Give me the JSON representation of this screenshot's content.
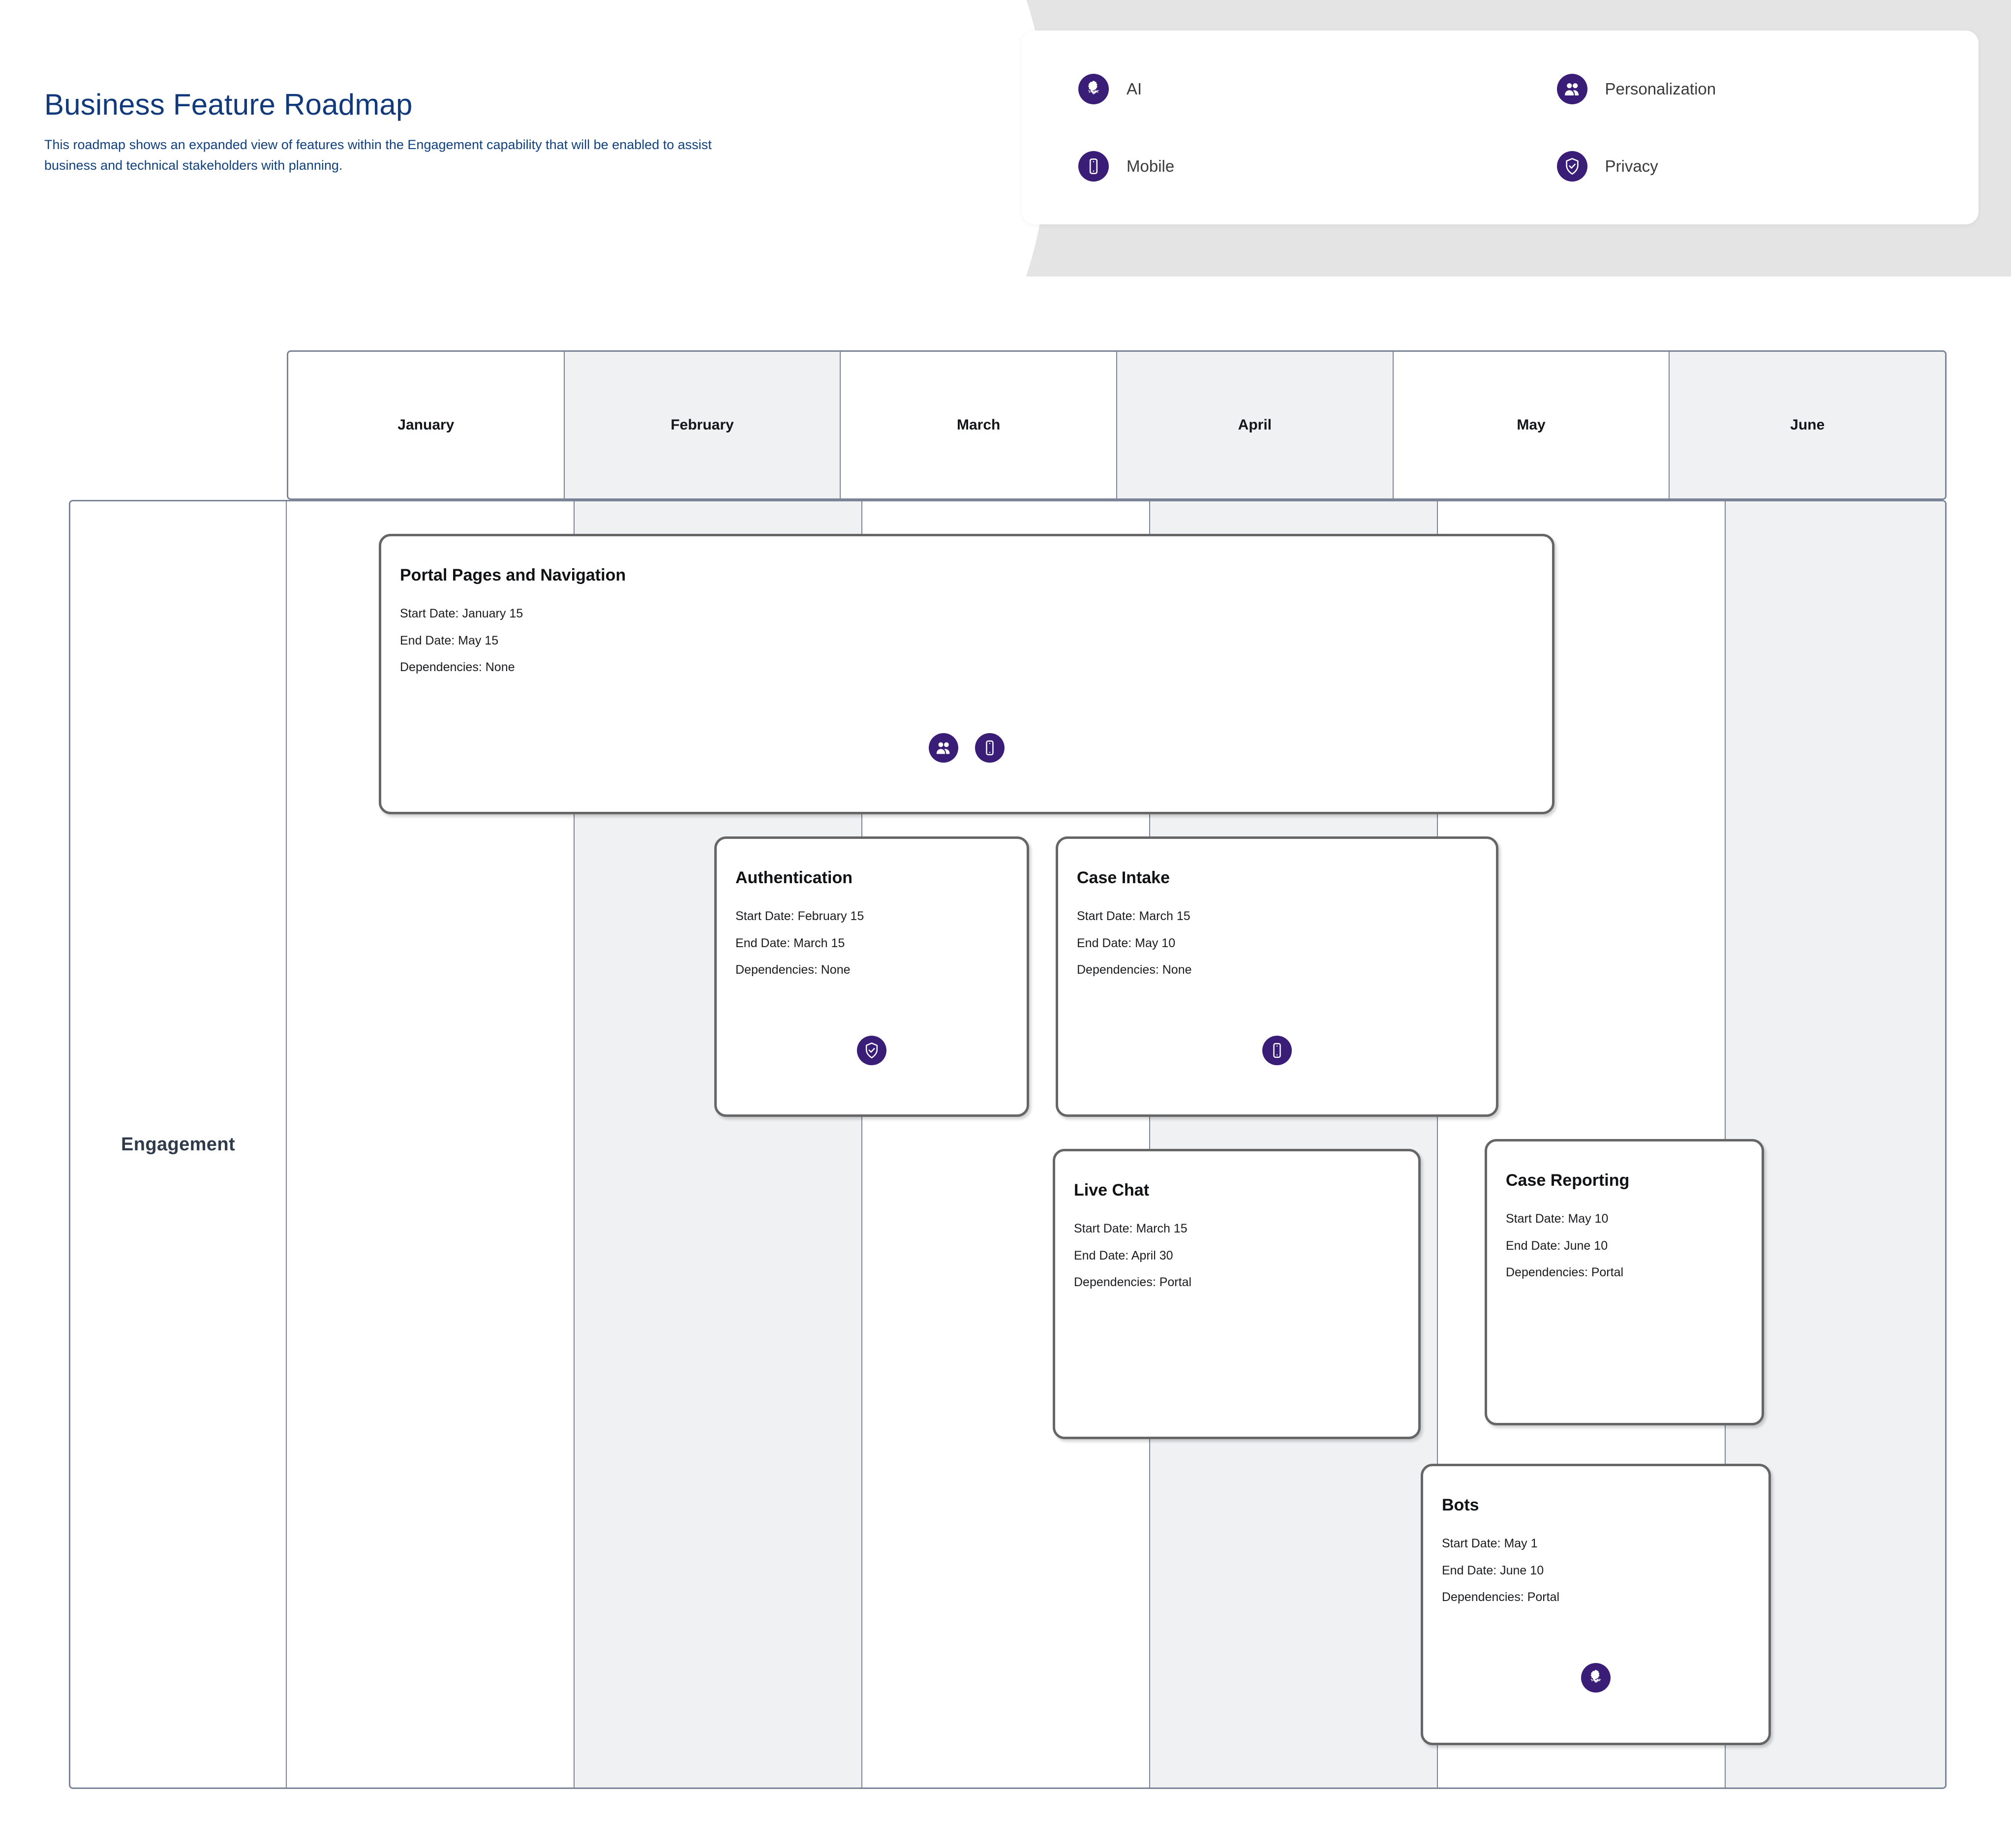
{
  "header": {
    "title": "Business Feature Roadmap",
    "subtitle": "This roadmap shows  an expanded view of features within the Engagement capability that will be enabled to assist business and technical stakeholders with planning."
  },
  "legend": {
    "items": [
      {
        "label": "AI",
        "icon": "ai-brain-icon"
      },
      {
        "label": "Personalization",
        "icon": "personalization-people-icon"
      },
      {
        "label": "Mobile",
        "icon": "mobile-phone-icon"
      },
      {
        "label": "Privacy",
        "icon": "privacy-shield-check-icon"
      }
    ]
  },
  "timeline": {
    "months": [
      "January",
      "February",
      "March",
      "April",
      "May",
      "June"
    ],
    "shaded_months": [
      "February",
      "April",
      "June"
    ]
  },
  "swimlane": {
    "label": "Engagement"
  },
  "labels": {
    "start_date": "Start Date:",
    "end_date": "End Date:",
    "dependencies": "Dependencies:"
  },
  "features": [
    {
      "id": "portal",
      "title": "Portal Pages and Navigation",
      "start_date": "Start Date: January 15",
      "end_date": "End Date: May 15",
      "dependencies": "Dependencies:  None",
      "icons": [
        "personalization-people-icon",
        "mobile-phone-icon"
      ]
    },
    {
      "id": "authentication",
      "title": "Authentication",
      "start_date": "Start Date: February 15",
      "end_date": "End Date: March 15",
      "dependencies": "Dependencies: None",
      "icons": [
        "privacy-shield-check-icon"
      ]
    },
    {
      "id": "case-intake",
      "title": "Case Intake",
      "start_date": "Start Date: March 15",
      "end_date": "End Date: May 10",
      "dependencies": "Dependencies: None",
      "icons": [
        "mobile-phone-icon"
      ]
    },
    {
      "id": "live-chat",
      "title": "Live Chat",
      "start_date": "Start Date: March 15",
      "end_date": "End Date:  April 30",
      "dependencies": "Dependencies: Portal",
      "icons": []
    },
    {
      "id": "case-reporting",
      "title": "Case Reporting",
      "start_date": "Start Date: May 10",
      "end_date": "End Date:  June 10",
      "dependencies": "Dependencies: Portal",
      "icons": []
    },
    {
      "id": "bots",
      "title": "Bots",
      "start_date": "Start Date:  May 1",
      "end_date": "End Date: June 10",
      "dependencies": "Dependencies: Portal",
      "icons": [
        "ai-brain-icon"
      ]
    }
  ],
  "colors": {
    "brand_purple": "#3a1d77",
    "title_blue": "#123a7a",
    "grid_line": "#7b8496",
    "card_border": "#666666",
    "band_gray": "#e4e4e4",
    "column_shade": "#eff1f3"
  }
}
